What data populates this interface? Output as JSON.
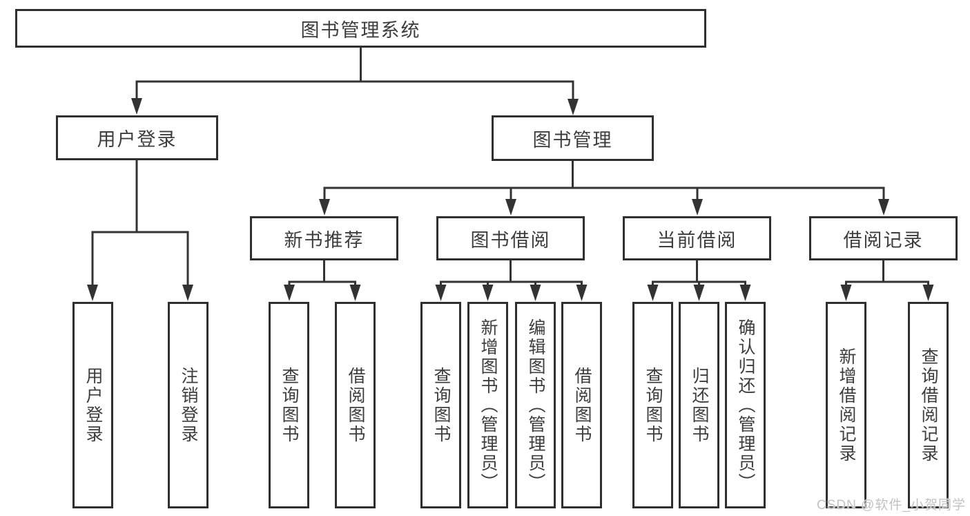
{
  "diagram": {
    "root": {
      "label": "图书管理系统"
    },
    "level2": [
      {
        "label": "用户登录"
      },
      {
        "label": "图书管理"
      }
    ],
    "level3": [
      {
        "label": "新书推荐"
      },
      {
        "label": "图书借阅"
      },
      {
        "label": "当前借阅"
      },
      {
        "label": "借阅记录"
      }
    ],
    "level4": [
      {
        "label": "用户登录"
      },
      {
        "label": "注销登录"
      },
      {
        "label": "查询图书"
      },
      {
        "label": "借阅图书"
      },
      {
        "label": "查询图书"
      },
      {
        "label": "新增图书（管理员）"
      },
      {
        "label": "编辑图书（管理员）"
      },
      {
        "label": "借阅图书"
      },
      {
        "label": "查询图书"
      },
      {
        "label": "归还图书"
      },
      {
        "label": "确认归还（管理员）"
      },
      {
        "label": "新增借阅记录"
      },
      {
        "label": "查询借阅记录"
      }
    ],
    "watermark": "CSDN @软件_小贺同学",
    "colors": {
      "line": "#333333",
      "border": "#2f2f2f",
      "text": "#3d3d3d",
      "background": "#ffffff",
      "watermark": "#c2c2c2"
    }
  }
}
